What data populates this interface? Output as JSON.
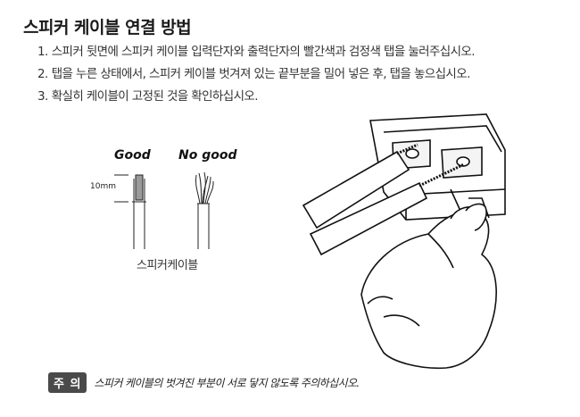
{
  "doc": {
    "title": "스피커 케이블 연결 방법",
    "steps": [
      {
        "num": "1.",
        "text": "스피커 뒷면에 스피커 케이블 입력단자와 출력단자의 빨간색과 검정색 탭을 눌러주십시오."
      },
      {
        "num": "2.",
        "text": "탭을 누른 상태에서, 스피커 케이블 벗겨져 있는 끝부분을 밀어 넣은 후, 탭을 놓으십시오."
      },
      {
        "num": "3.",
        "text": "확실히 케이블이 고정된 것을 확인하십시오."
      }
    ]
  },
  "figure": {
    "good_label": "Good",
    "nogood_label": "No good",
    "length_label": "10mm",
    "caption": "스피커케이블"
  },
  "note": {
    "badge": "주 의",
    "text": "스피커 케이블의 벗겨진 부분이 서로 닿지 않도록 주의하십시오."
  }
}
